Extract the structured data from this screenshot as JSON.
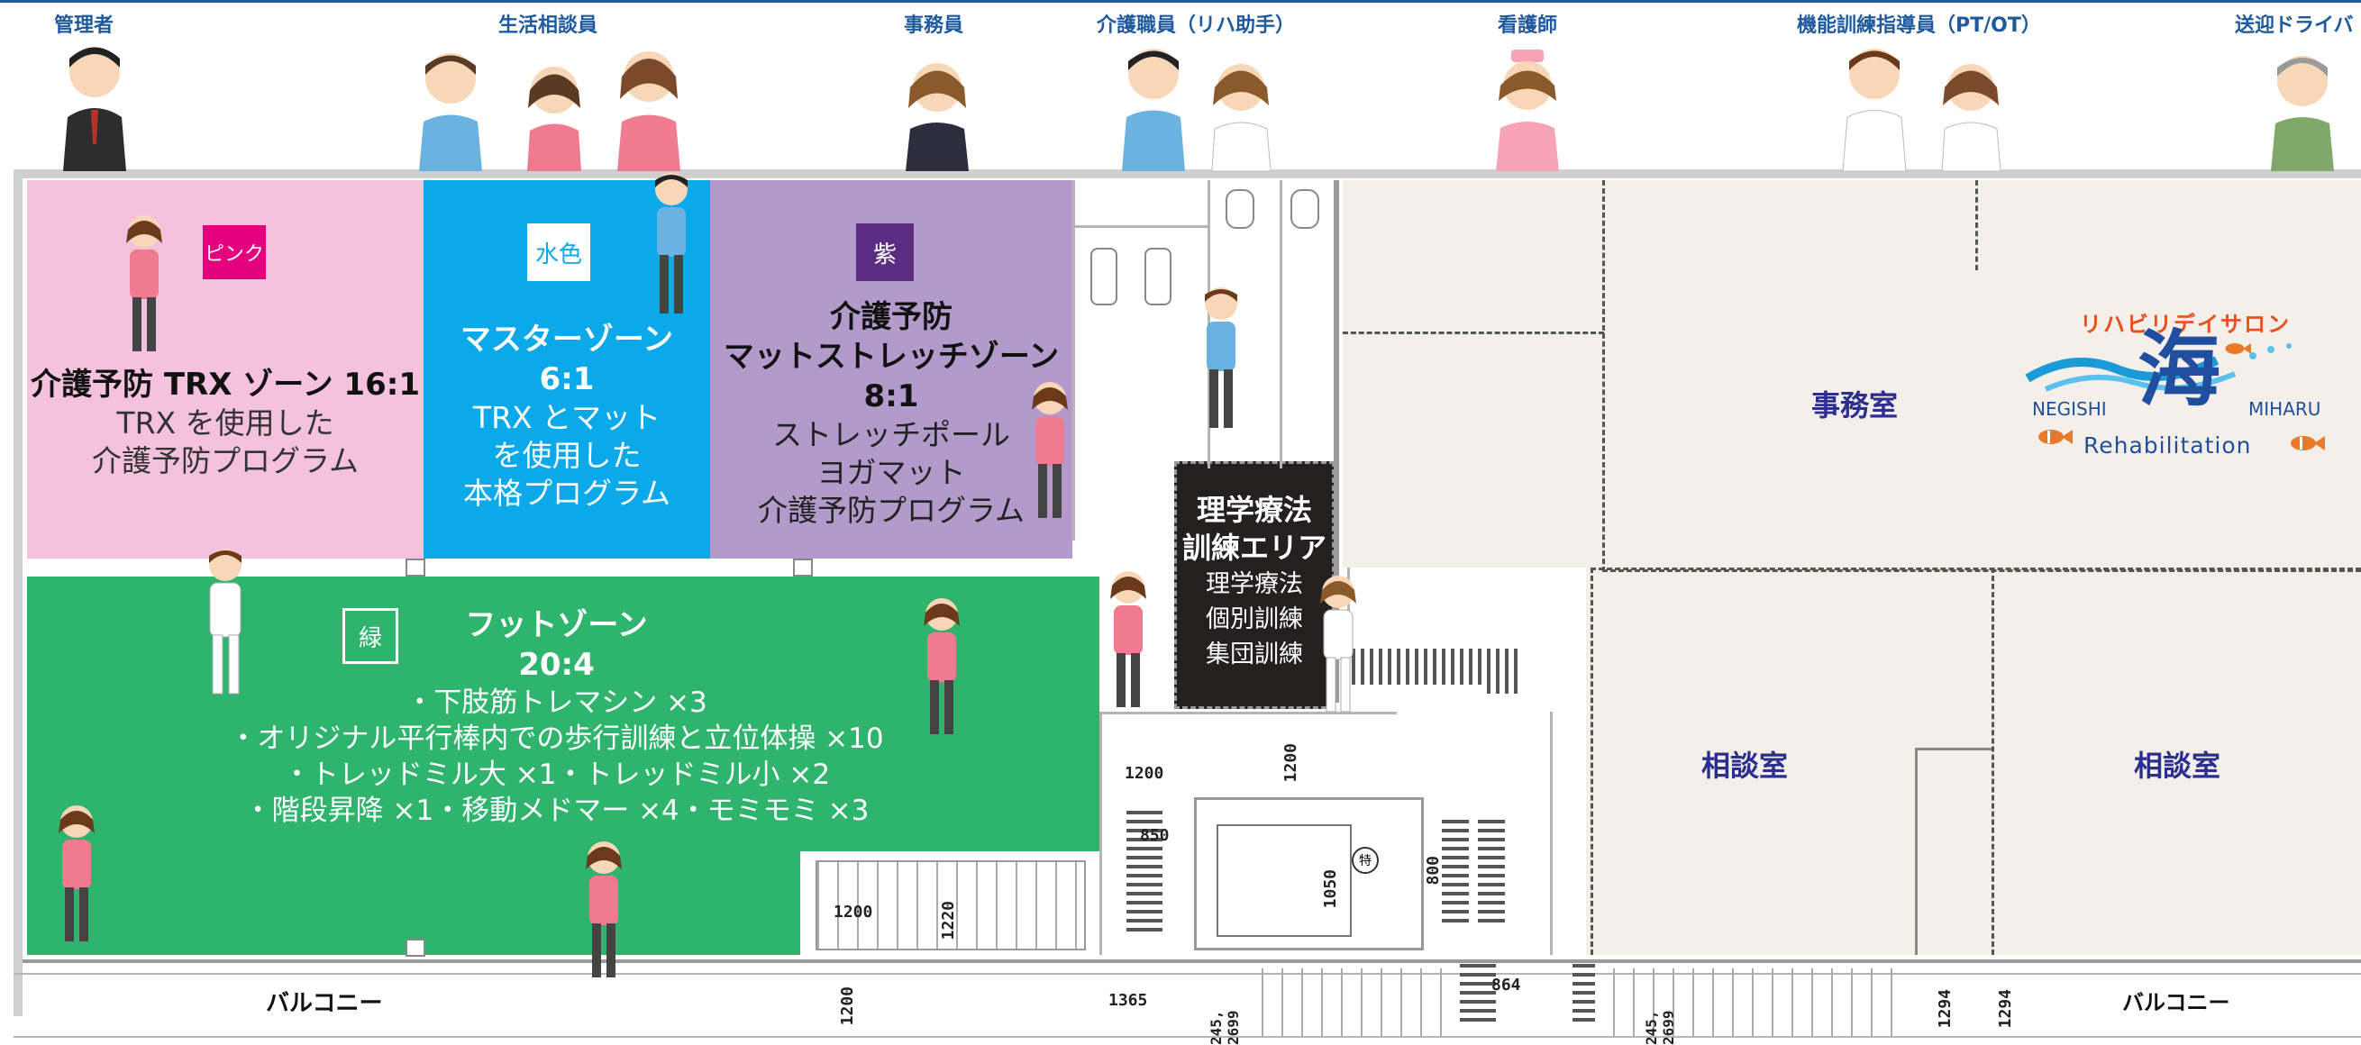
{
  "roles": [
    "管理者",
    "生活相談員",
    "事務員",
    "介護職員（リハ助手）",
    "看護師",
    "機能訓練指導員（PT/OT）",
    "送迎ドライバ"
  ],
  "zones": {
    "trx": {
      "title": "介護予防 TRX ゾーン 16:1",
      "lines": [
        "TRX を使用した",
        "介護予防プログラム"
      ],
      "tag": "ピンク"
    },
    "master": {
      "title_1": "マスターゾーン",
      "title_2": "6:1",
      "lines": [
        "TRX とマット",
        "を使用した",
        "本格プログラム"
      ],
      "tag": "水色"
    },
    "stretch": {
      "title_1": "介護予防",
      "title_2": "マットストレッチゾーン",
      "title_3": "8:1",
      "lines": [
        "ストレッチポール",
        "ヨガマット",
        "介護予防プログラム"
      ],
      "tag": "紫"
    },
    "foot": {
      "title_1": "フットゾーン",
      "title_2": "20:4",
      "lines": [
        "・下肢筋トレマシン ×3",
        "・オリジナル平行棒内での歩行訓練と立位体操 ×10",
        "・トレッドミル大 ×1・トレッドミル小 ×2",
        "・階段昇降 ×1・移動メドマー ×4・モミモミ ×3"
      ],
      "tag": "緑"
    },
    "pt": {
      "title_1": "理学療法",
      "title_2": "訓練エリア",
      "lines": [
        "理学療法",
        "個別訓練",
        "集団訓練"
      ]
    }
  },
  "rooms": {
    "office": "事務室",
    "consult_1": "相談室",
    "consult_2": "相談室",
    "balcony_1": "バルコニー",
    "balcony_2": "バルコニー"
  },
  "logo": {
    "top": "リハビリデイサロン",
    "kanji": "海",
    "left": "NEGISHI",
    "right": "MIHARU",
    "bottom": "Rehabilitation"
  },
  "dims": {
    "d1200a": "1200",
    "d1200b": "1200",
    "d850": "850",
    "d1200c": "1200",
    "d1220": "1220",
    "d1050": "1050",
    "d800": "800",
    "d1200d": "1200",
    "d1365": "1365",
    "d2699a": "245, 2699",
    "d864": "864",
    "d2699b": "245, 2699",
    "d1294a": "1294",
    "d1294b": "1294",
    "special": "特"
  },
  "colors": {
    "pink": "#f5c2de",
    "cyan": "#0ba8ea",
    "purple": "#b29acb",
    "green": "#2fb46e",
    "dark": "#242020",
    "office": "#f5efe9",
    "pink_tag": "#e4007f",
    "purple_tag": "#5a2d82"
  }
}
